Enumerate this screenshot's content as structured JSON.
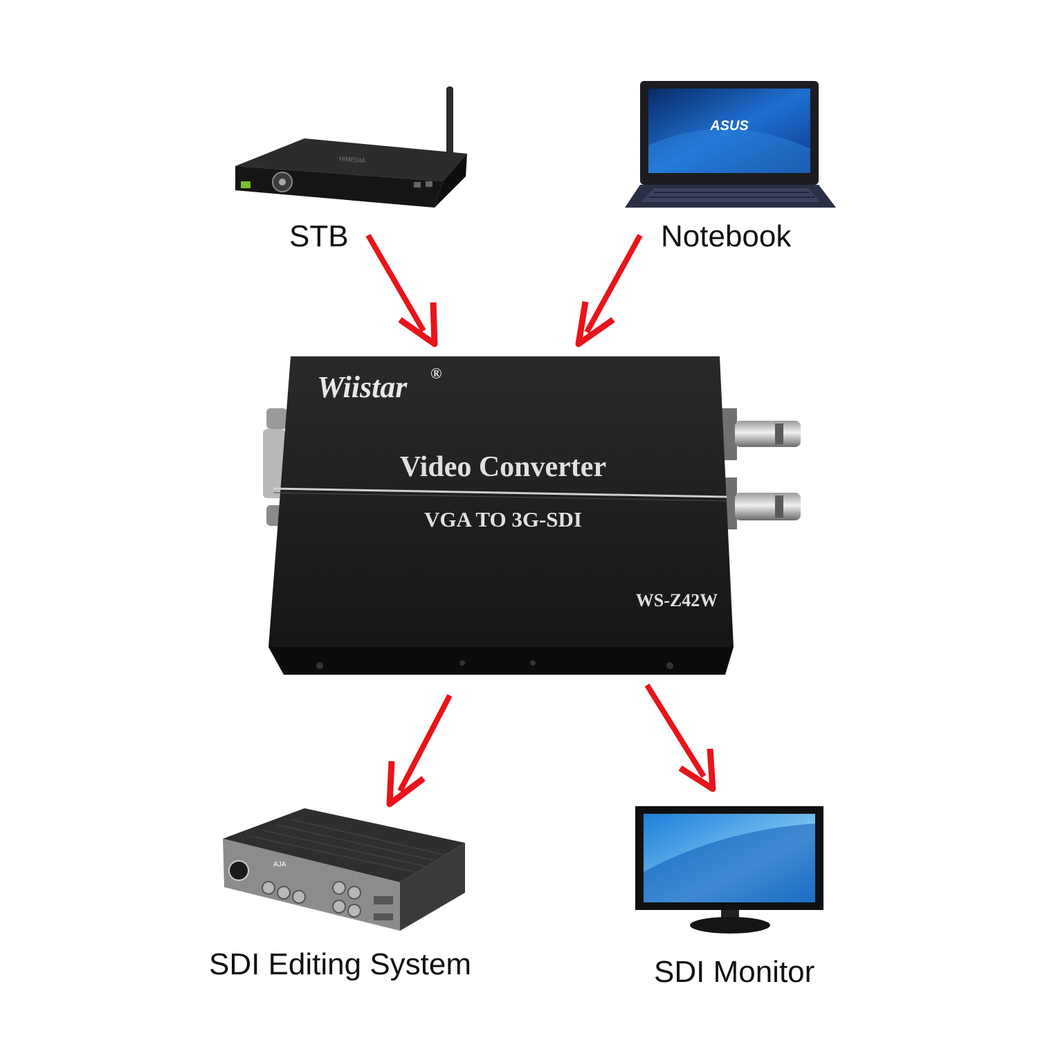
{
  "devices": {
    "stb": {
      "label": "STB",
      "icon": "set-top-box-icon",
      "brand_text": "HIMEDIA"
    },
    "notebook": {
      "label": "Notebook",
      "icon": "laptop-icon",
      "brand_text": "ASUS"
    },
    "sdi_editing": {
      "label": "SDI Editing System",
      "icon": "sdi-editing-system-icon",
      "brand_text": "AJA"
    },
    "sdi_monitor": {
      "label": "SDI Monitor",
      "icon": "monitor-icon"
    }
  },
  "converter": {
    "brand": "Wiistar",
    "registered": "®",
    "title": "Video Converter",
    "subtitle": "VGA TO 3G-SDI",
    "model": "WS-Z42W"
  },
  "colors": {
    "arrow": "#e8141b",
    "device_body": "#1b1b1b"
  }
}
